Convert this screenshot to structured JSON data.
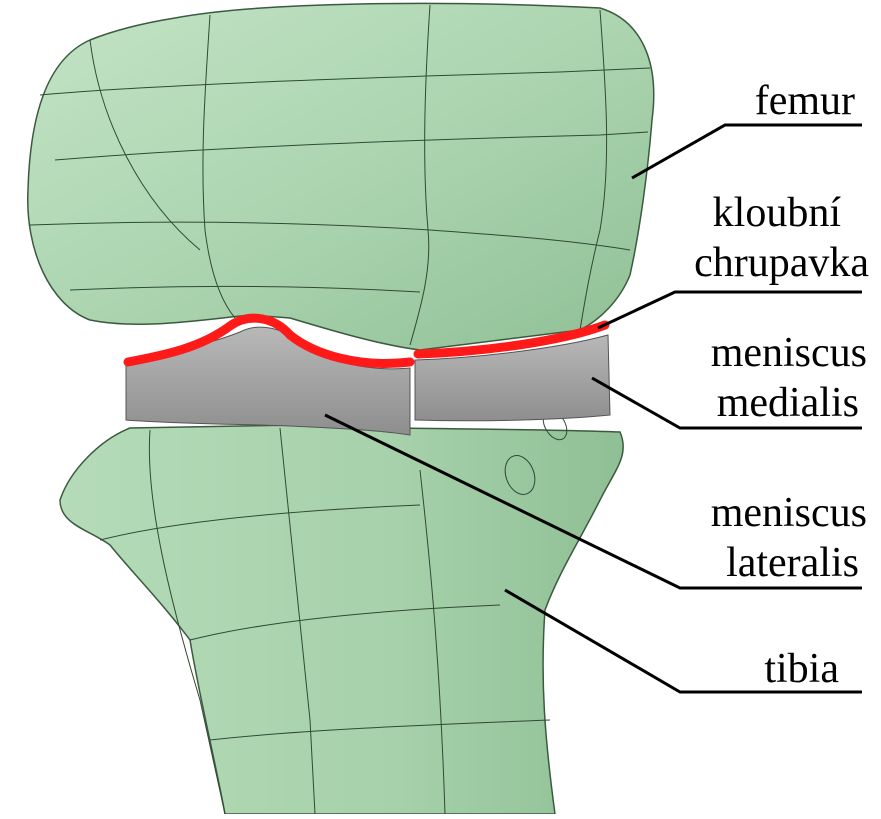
{
  "labels": {
    "femur": "femur",
    "cartilage_line1": "kloubní",
    "cartilage_line2": "chrupavka",
    "meniscus_medialis_line1": "meniscus",
    "meniscus_medialis_line2": "medialis",
    "meniscus_lateralis_line1": "meniscus",
    "meniscus_lateralis_line2": "lateralis",
    "tibia": "tibia"
  },
  "colors": {
    "bone_fill": "#a9d3ad",
    "bone_shade": "#8fbf95",
    "bone_light": "#c8e6c9",
    "mesh_lines": "#2f4a33",
    "cartilage": "#ff1a1a",
    "meniscus_fill": "#a5a5a5",
    "meniscus_shade": "#8a8a8a",
    "leader_lines": "#000000"
  }
}
